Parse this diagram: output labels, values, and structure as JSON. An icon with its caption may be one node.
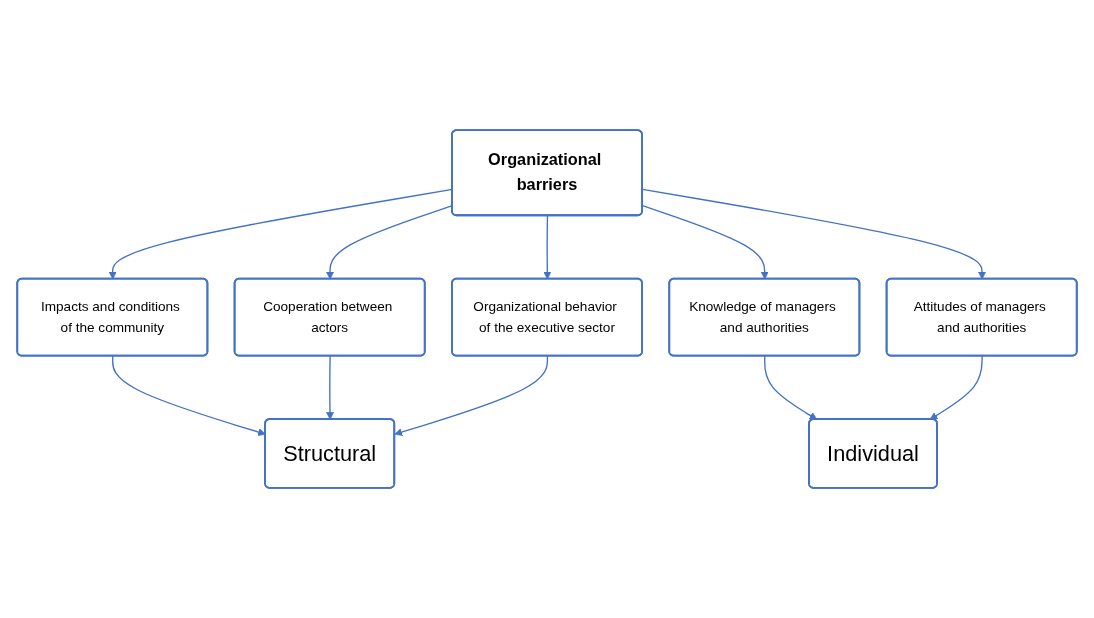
{
  "diagram": {
    "nodes": [
      {
        "text": [
          "Organizational barriers"
        ]
      },
      {
        "text": [
          "Impacts and conditions of the community"
        ]
      },
      {
        "text": [
          "Cooperation between actors"
        ]
      },
      {
        "text": [
          "Organizational behavior of the executive sector"
        ]
      },
      {
        "text": [
          "Knowledge of managers and authorities"
        ]
      },
      {
        "text": [
          "Attitudes of managers and authorities"
        ]
      },
      {
        "text": [
          "Structural"
        ]
      },
      {
        "text": [
          "Individual"
        ]
      }
    ],
    "edges": [
      {
        "from": 0,
        "to": 1,
        "arrow": "to"
      },
      {
        "from": 0,
        "to": 2,
        "arrow": "to"
      },
      {
        "from": 0,
        "to": 3,
        "arrow": "to"
      },
      {
        "from": 0,
        "to": 4,
        "arrow": "to"
      },
      {
        "from": 0,
        "to": 5,
        "arrow": "to"
      },
      {
        "from": 1,
        "to": 6,
        "arrow": "to"
      },
      {
        "from": 2,
        "to": 6,
        "arrow": "to"
      },
      {
        "from": 3,
        "to": 6,
        "arrow": "to"
      },
      {
        "from": 4,
        "to": 7,
        "arrow": "to"
      },
      {
        "from": 5,
        "to": 7,
        "arrow": "to"
      }
    ]
  }
}
